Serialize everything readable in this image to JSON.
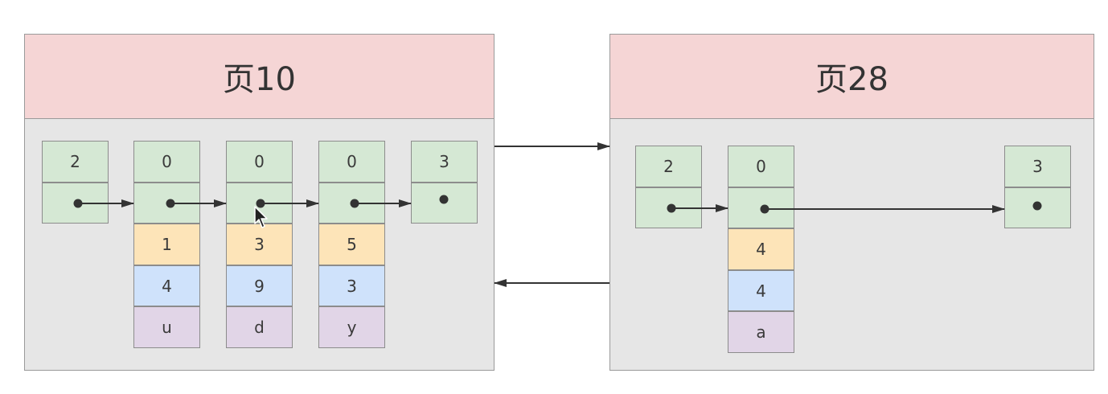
{
  "pages": [
    {
      "title": "页10",
      "records": [
        {
          "header": "2",
          "fields": []
        },
        {
          "header": "0",
          "fields": [
            "1",
            "4",
            "u"
          ]
        },
        {
          "header": "0",
          "fields": [
            "3",
            "9",
            "d"
          ]
        },
        {
          "header": "0",
          "fields": [
            "5",
            "3",
            "y"
          ]
        },
        {
          "header": "3",
          "fields": []
        }
      ]
    },
    {
      "title": "页28",
      "records": [
        {
          "header": "2",
          "fields": []
        },
        {
          "header": "0",
          "fields": [
            "4",
            "4",
            "a"
          ]
        },
        {
          "header": "3",
          "fields": []
        }
      ]
    }
  ],
  "colors": {
    "header": "#f5d5d5",
    "body": "#e6e6e6",
    "record_head": "#d5e8d4",
    "field_1": "#fde4b8",
    "field_2": "#cfe2fb",
    "field_3": "#e1d5e7",
    "arrow": "#333333"
  }
}
